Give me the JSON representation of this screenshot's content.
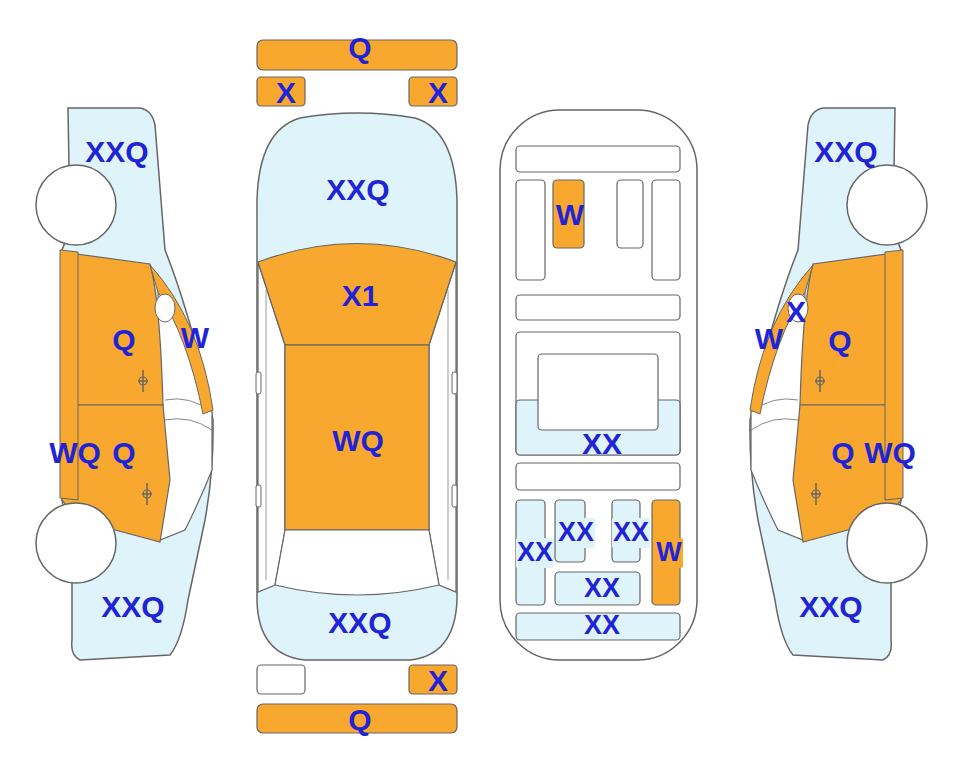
{
  "diagram": {
    "nodes": [
      {
        "text": [
          "Q"
        ]
      },
      {
        "text": [
          "X"
        ]
      },
      {
        "text": [
          "X"
        ]
      },
      {
        "text": [
          "XXQ"
        ]
      },
      {
        "text": [
          "XXQ"
        ]
      },
      {
        "text": [
          "XXQ"
        ]
      },
      {
        "text": [
          "W"
        ]
      },
      {
        "text": [
          "X1"
        ]
      },
      {
        "text": [
          "X"
        ]
      },
      {
        "text": [
          "Q"
        ]
      },
      {
        "text": [
          "W"
        ]
      },
      {
        "text": [
          "W"
        ]
      },
      {
        "text": [
          "Q"
        ]
      },
      {
        "text": [
          "WQ"
        ]
      },
      {
        "text": [
          "XX"
        ]
      },
      {
        "text": [
          "WQ"
        ]
      },
      {
        "text": [
          "Q"
        ]
      },
      {
        "text": [
          "Q"
        ]
      },
      {
        "text": [
          "WQ"
        ]
      },
      {
        "text": [
          "XX"
        ]
      },
      {
        "text": [
          "XX"
        ]
      },
      {
        "text": [
          "XX"
        ]
      },
      {
        "text": [
          "W"
        ]
      },
      {
        "text": [
          "XX"
        ]
      },
      {
        "text": [
          "XXQ"
        ]
      },
      {
        "text": [
          "XXQ"
        ]
      },
      {
        "text": [
          "XXQ"
        ]
      },
      {
        "text": [
          "XX"
        ]
      },
      {
        "text": [
          "X"
        ]
      },
      {
        "text": [
          "Q"
        ]
      }
    ]
  }
}
